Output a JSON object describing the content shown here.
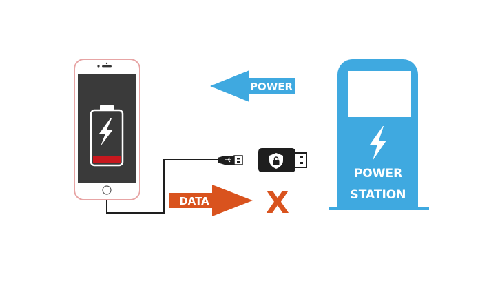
{
  "labels": {
    "power_arrow": "POWER",
    "data_arrow": "DATA",
    "blocked_mark": "X",
    "station_line1": "POWER",
    "station_line2": "STATION"
  },
  "colors": {
    "power_blue": "#3fa9e0",
    "data_orange": "#d9531e",
    "battery_low_red": "#c8181e",
    "phone_outline": "#e7a4a4",
    "phone_screen": "#3a3a3a",
    "usb_key": "#1e1e1e"
  },
  "battery_level": 0.15,
  "icons": [
    "phone",
    "battery-charging-icon",
    "usb-plug-icon",
    "usb-security-key-icon",
    "lock-shield-icon",
    "lightning-bolt-icon",
    "charging-station-icon"
  ]
}
